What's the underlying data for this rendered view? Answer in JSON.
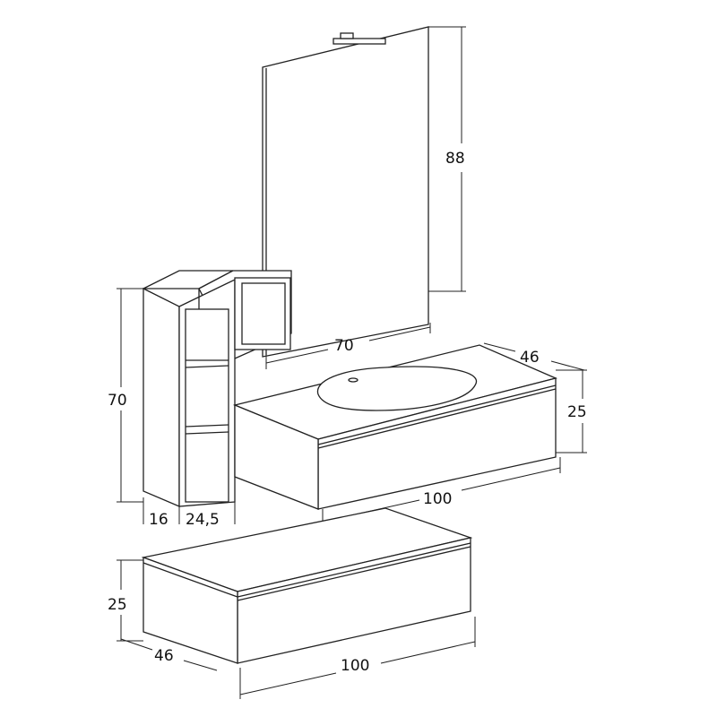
{
  "dimensions": {
    "mirror_height": "88",
    "mirror_width": "70",
    "upper_depth": "46",
    "upper_height": "25",
    "upper_width": "100",
    "shelf_height": "70",
    "shelf_depth": "16",
    "shelf_width": "24,5",
    "lower_height": "25",
    "lower_depth": "46",
    "lower_width": "100"
  }
}
